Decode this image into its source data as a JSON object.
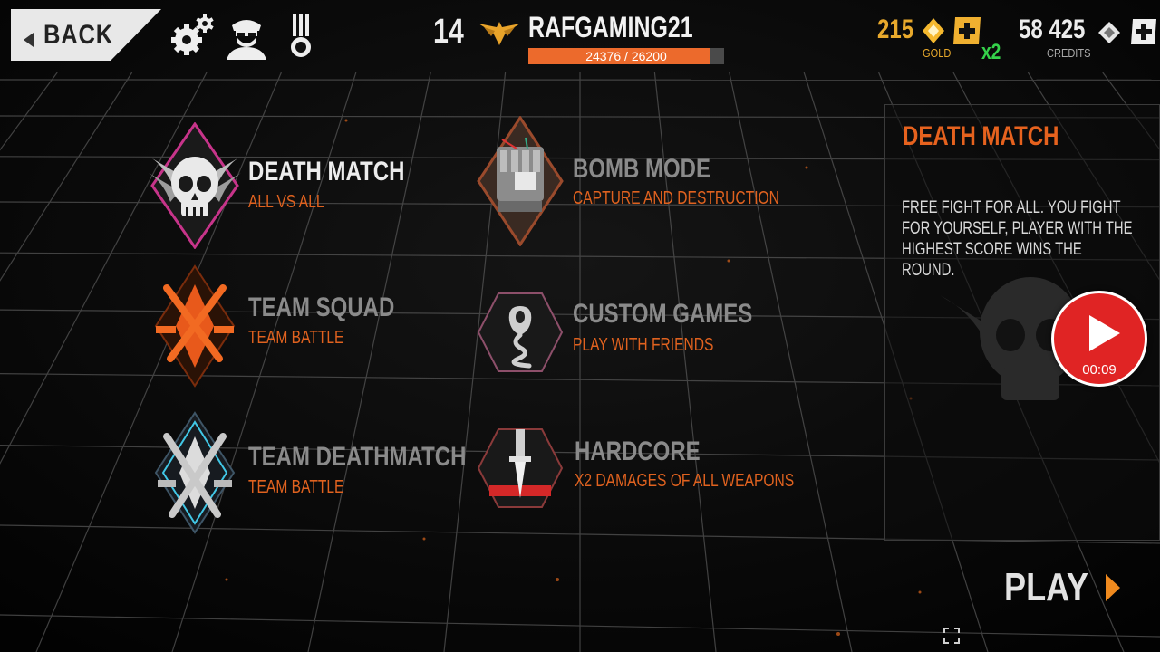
{
  "header": {
    "back_label": "BACK",
    "level": "14",
    "player_name": "RAFGAMING21",
    "xp_text": "24376 / 26200",
    "xp_current": 24376,
    "xp_max": 26200,
    "gold_amount": "215",
    "gold_label": "GOLD",
    "gold_multiplier": "x2",
    "credits_amount": "58 425",
    "credits_label": "CREDITS",
    "icons": [
      "settings-icon",
      "profile-soldier-icon",
      "medal-icon",
      "rank-wings-icon",
      "gold-icon",
      "add-gold-icon",
      "credits-icon",
      "add-credits-icon"
    ]
  },
  "modes": [
    {
      "title": "DEATH MATCH",
      "subtitle": "ALL VS ALL",
      "icon": "skull-badge-icon",
      "selected": true
    },
    {
      "title": "TEAM SQUAD",
      "subtitle": "TEAM BATTLE",
      "icon": "crossed-rifles-orange-icon",
      "selected": false
    },
    {
      "title": "TEAM DEATHMATCH",
      "subtitle": "TEAM BATTLE",
      "icon": "crossed-rifles-silver-icon",
      "selected": false
    },
    {
      "title": "BOMB MODE",
      "subtitle": "CAPTURE AND DESTRUCTION",
      "icon": "bomb-icon",
      "selected": false
    },
    {
      "title": "CUSTOM GAMES",
      "subtitle": "PLAY WITH FRIENDS",
      "icon": "cobra-icon",
      "selected": false
    },
    {
      "title": "HARDCORE",
      "subtitle": "X2 DAMAGES OF ALL WEAPONS",
      "icon": "knife-icon",
      "selected": false
    }
  ],
  "info": {
    "title": "DEATH MATCH",
    "description": "FREE FIGHT FOR ALL. YOU FIGHT FOR YOURSELF, PLAYER WITH THE HIGHEST SCORE WINS THE ROUND."
  },
  "recorder": {
    "time": "00:09"
  },
  "play_label": "PLAY",
  "colors": {
    "accent": "#e6621e",
    "gold": "#e8a92c",
    "multiplier": "#35d14a",
    "record": "#e02424",
    "xp_fill": "#ec6a2c"
  }
}
